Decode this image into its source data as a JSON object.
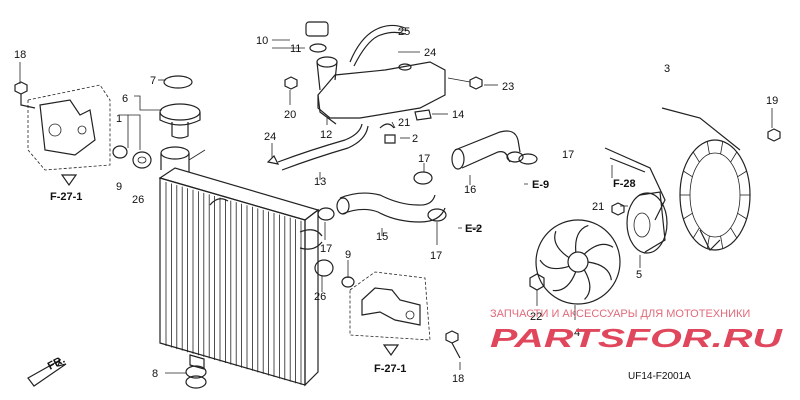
{
  "callouts": [
    {
      "id": "n18a",
      "text": "18"
    },
    {
      "id": "n1",
      "text": "1"
    },
    {
      "id": "n7",
      "text": "7"
    },
    {
      "id": "n6",
      "text": "6"
    },
    {
      "id": "n9a",
      "text": "9"
    },
    {
      "id": "n26a",
      "text": "26"
    },
    {
      "id": "n10",
      "text": "10"
    },
    {
      "id": "n11",
      "text": "11"
    },
    {
      "id": "n25",
      "text": "25"
    },
    {
      "id": "n24a",
      "text": "24"
    },
    {
      "id": "n3",
      "text": "3"
    },
    {
      "id": "n20",
      "text": "20"
    },
    {
      "id": "n12",
      "text": "12"
    },
    {
      "id": "n21a",
      "text": "21"
    },
    {
      "id": "n2",
      "text": "2"
    },
    {
      "id": "n14",
      "text": "14"
    },
    {
      "id": "n23",
      "text": "23"
    },
    {
      "id": "n19",
      "text": "19"
    },
    {
      "id": "n24b",
      "text": "24"
    },
    {
      "id": "n13",
      "text": "13"
    },
    {
      "id": "n17a",
      "text": "17"
    },
    {
      "id": "n16",
      "text": "16"
    },
    {
      "id": "n17b",
      "text": "17"
    },
    {
      "id": "n17c",
      "text": "17"
    },
    {
      "id": "n15",
      "text": "15"
    },
    {
      "id": "n17d",
      "text": "17"
    },
    {
      "id": "n21b",
      "text": "21"
    },
    {
      "id": "n9b",
      "text": "9"
    },
    {
      "id": "n26b",
      "text": "26"
    },
    {
      "id": "n5",
      "text": "5"
    },
    {
      "id": "n4",
      "text": "4"
    },
    {
      "id": "n22",
      "text": "22"
    },
    {
      "id": "n8",
      "text": "8"
    },
    {
      "id": "n18b",
      "text": "18"
    }
  ],
  "refs": {
    "f27_1_top": "F-27-1",
    "f27_1_bottom": "F-27-1",
    "f28": "F-28",
    "e9": "E-9",
    "e2": "E-2",
    "fr": "FR."
  },
  "diagram_code": "UF14-F2001A",
  "watermark": {
    "caption": "ЗАПЧАСТИ И АКСЕССУАРЫ ДЛЯ МОТОТЕХНИКИ",
    "brand": "PARTSFOR.RU"
  }
}
